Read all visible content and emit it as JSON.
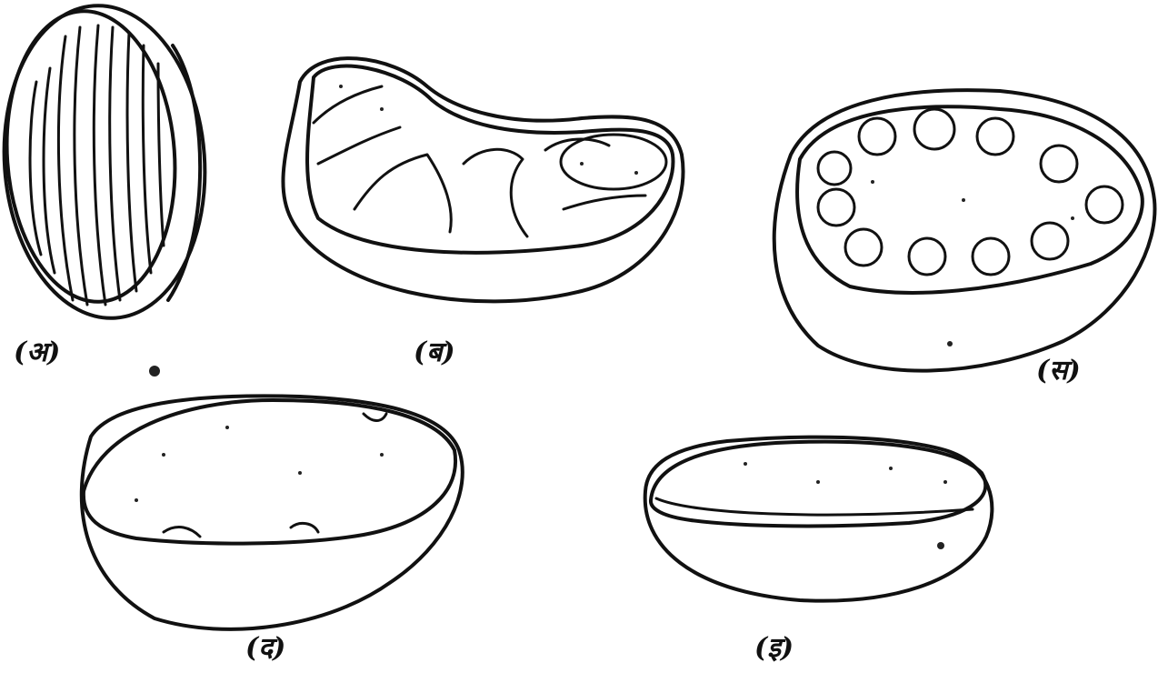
{
  "figure": {
    "panels": [
      {
        "id": "a",
        "label": "(अ)",
        "depicts": "elongated mitochondrion with parallel longitudinal cristae"
      },
      {
        "id": "b",
        "label": "(ब)",
        "depicts": "kidney-shaped mitochondrion with branched cristae"
      },
      {
        "id": "c",
        "label": "(स)",
        "depicts": "oval mitochondrion with peripheral vesicular (tubular) cristae"
      },
      {
        "id": "d",
        "label": "(द)",
        "depicts": "egg-shaped mitochondrion with few irregular cristae"
      },
      {
        "id": "e",
        "label": "(इ)",
        "depicts": "flattened oval mitochondrion without cristae"
      }
    ]
  }
}
